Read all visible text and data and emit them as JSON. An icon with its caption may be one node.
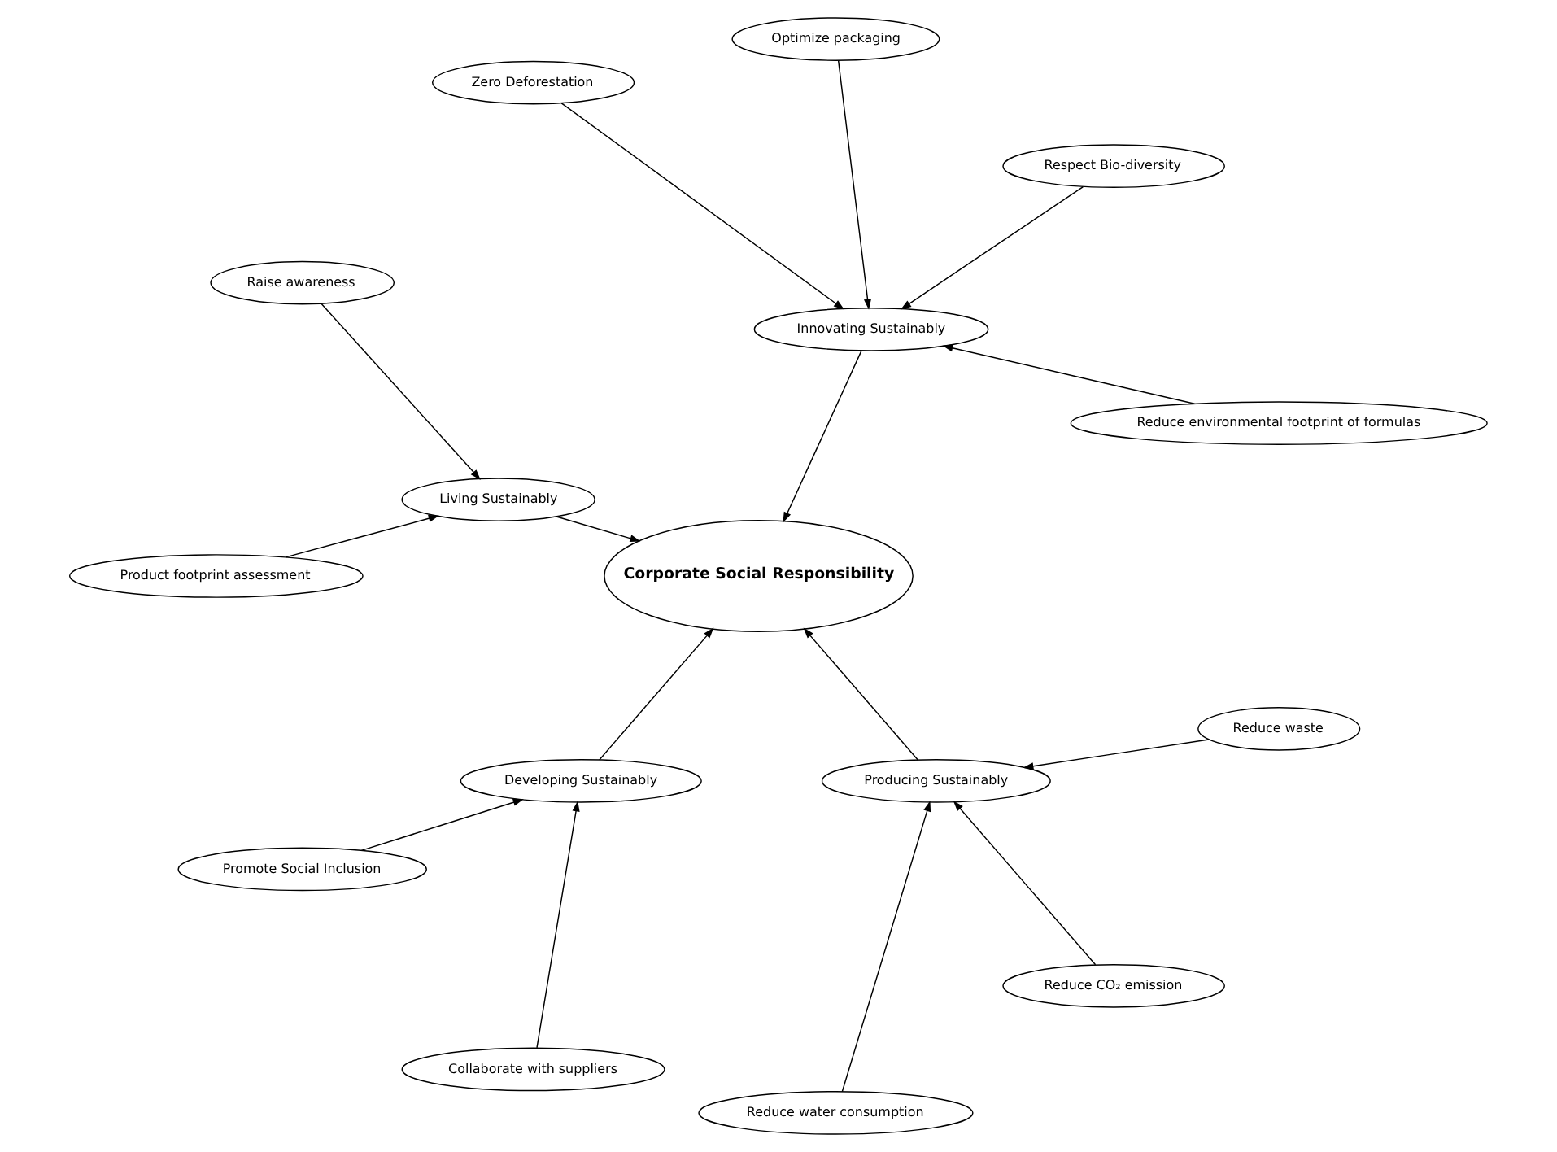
{
  "diagram": {
    "nodes": [
      {
        "text": [
          "Corporate Social Responsibility"
        ]
      },
      {
        "text": [
          "Innovating Sustainably"
        ]
      },
      {
        "text": [
          "Reduce environmental footprint of formulas"
        ]
      },
      {
        "text": [
          "Respect Bio-diversity"
        ]
      },
      {
        "text": [
          "Optimize packaging"
        ]
      },
      {
        "text": [
          "Zero Deforestation"
        ]
      },
      {
        "text": [
          "Living Sustainably"
        ]
      },
      {
        "text": [
          "Raise awareness"
        ]
      },
      {
        "text": [
          "Product footprint assessment"
        ]
      },
      {
        "text": [
          "Developing Sustainably"
        ]
      },
      {
        "text": [
          "Promote Social Inclusion"
        ]
      },
      {
        "text": [
          "Collaborate with suppliers"
        ]
      },
      {
        "text": [
          "Producing Sustainably"
        ]
      },
      {
        "text": [
          "Reduce water consumption"
        ]
      },
      {
        "text": [
          "Reduce CO₂ emission"
        ]
      },
      {
        "text": [
          "Reduce waste"
        ]
      }
    ],
    "edges": [
      {
        "from": 2,
        "to": 1,
        "arrow": "to"
      },
      {
        "from": 3,
        "to": 1,
        "arrow": "to"
      },
      {
        "from": 4,
        "to": 1,
        "arrow": "to"
      },
      {
        "from": 5,
        "to": 1,
        "arrow": "to"
      },
      {
        "from": 1,
        "to": 0,
        "arrow": "to"
      },
      {
        "from": 7,
        "to": 6,
        "arrow": "to"
      },
      {
        "from": 8,
        "to": 6,
        "arrow": "to"
      },
      {
        "from": 6,
        "to": 0,
        "arrow": "to"
      },
      {
        "from": 10,
        "to": 9,
        "arrow": "to"
      },
      {
        "from": 11,
        "to": 9,
        "arrow": "to"
      },
      {
        "from": 9,
        "to": 0,
        "arrow": "to"
      },
      {
        "from": 13,
        "to": 12,
        "arrow": "to"
      },
      {
        "from": 14,
        "to": 12,
        "arrow": "to"
      },
      {
        "from": 15,
        "to": 12,
        "arrow": "to"
      },
      {
        "from": 12,
        "to": 0,
        "arrow": "to"
      }
    ]
  }
}
